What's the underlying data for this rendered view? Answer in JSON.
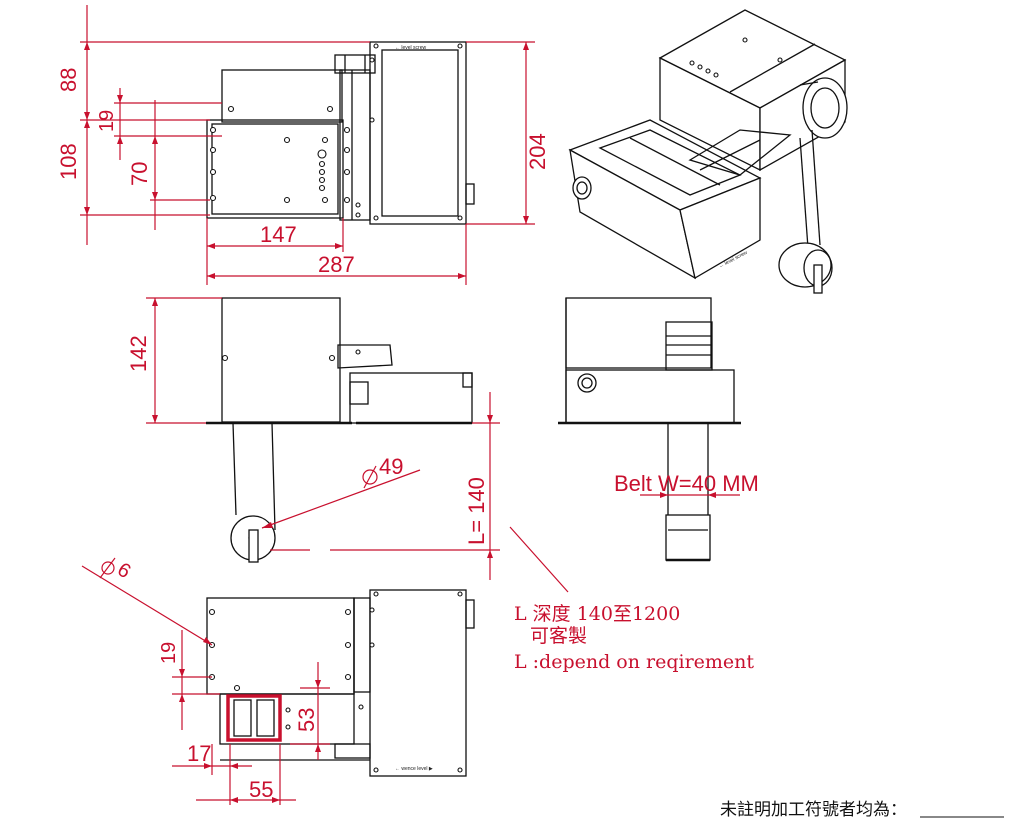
{
  "dimensions": {
    "d88": "88",
    "d19_top": "19",
    "d108": "108",
    "d70": "70",
    "d204": "204",
    "d147": "147",
    "d287": "287",
    "d142": "142",
    "phi49": "49",
    "l140": "L= 140",
    "belt": "Belt W=40 MM",
    "phi6": "6",
    "d19_bottom": "19",
    "d53": "53",
    "d17": "17",
    "d55": "55"
  },
  "notes": {
    "line1": "L 深度 140至1200",
    "line2": "可客製",
    "line3": "L :depend on reqirement"
  },
  "footer": {
    "text": "未註明加工符號者均為："
  },
  "labels": {
    "top_plate": "← level screw",
    "bottom_plate": "← wence level ▶"
  },
  "colors": {
    "dimension": "#c8102e",
    "line": "#111111",
    "background": "#ffffff"
  }
}
